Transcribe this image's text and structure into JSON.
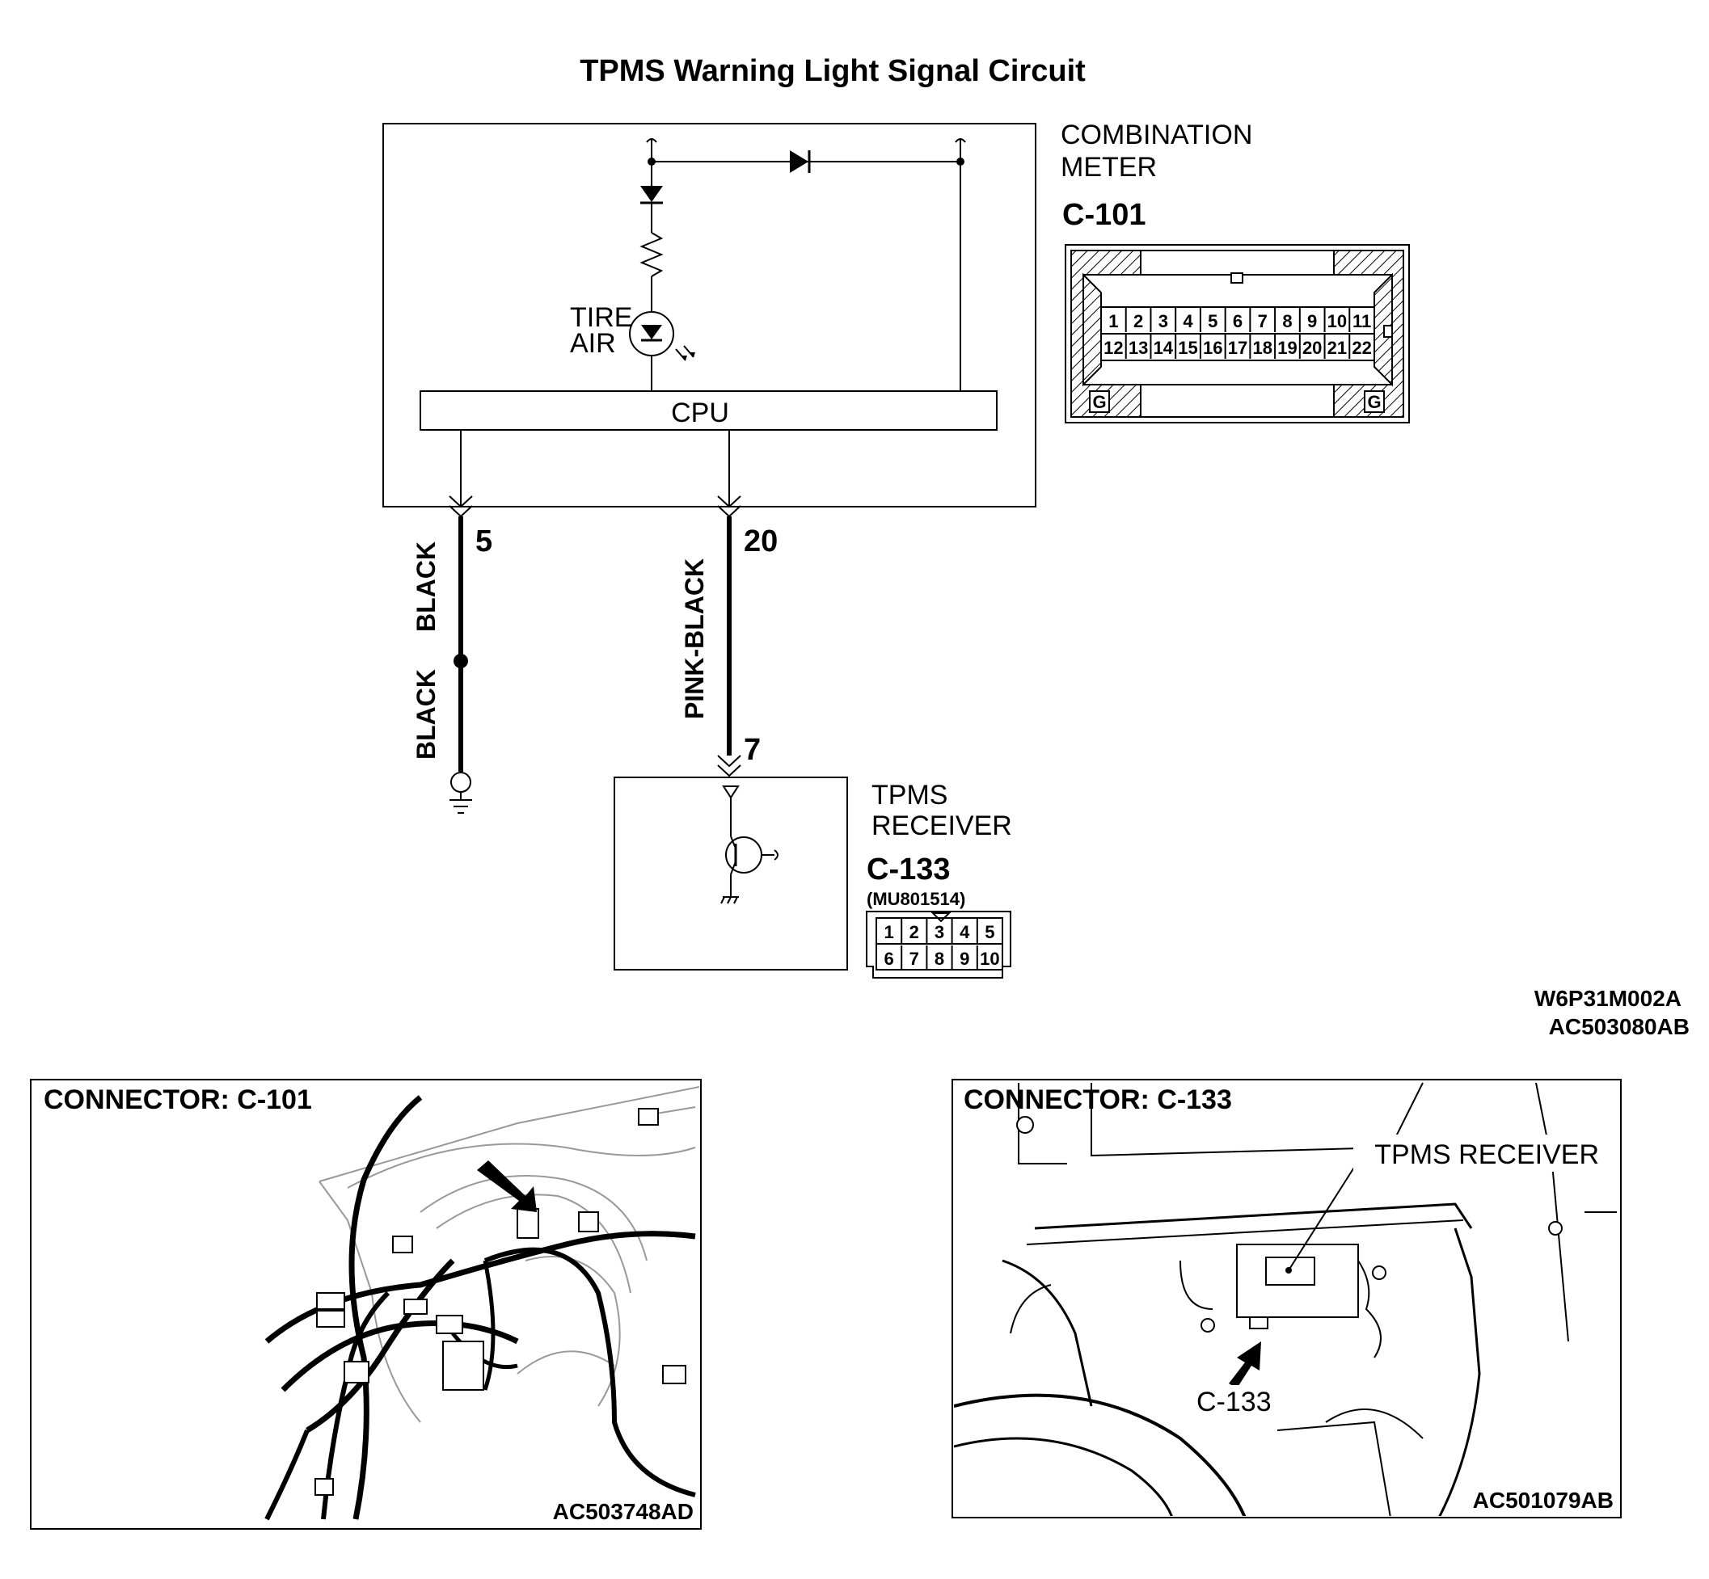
{
  "title": "TPMS Warning Light Signal Circuit",
  "combination_meter": {
    "name_line1": "COMBINATION",
    "name_line2": "METER",
    "connector_id": "C-101",
    "lamp_line1": "TIRE",
    "lamp_line2": "AIR",
    "cpu_label": "CPU",
    "pins_row1": [
      "1",
      "2",
      "3",
      "4",
      "5",
      "6",
      "7",
      "8",
      "9",
      "10",
      "11"
    ],
    "pins_row2": [
      "12",
      "13",
      "14",
      "15",
      "16",
      "17",
      "18",
      "19",
      "20",
      "21",
      "22"
    ],
    "ground_mark": "G"
  },
  "wires": {
    "left_pin": "5",
    "left_upper_color": "BLACK",
    "left_lower_color": "BLACK",
    "right_pin": "20",
    "right_color": "PINK-BLACK",
    "receiver_pin": "7"
  },
  "tpms_receiver": {
    "name_line1": "TPMS",
    "name_line2": "RECEIVER",
    "connector_id": "C-133",
    "part_number": "(MU801514)",
    "pins_row1": [
      "1",
      "2",
      "3",
      "4",
      "5"
    ],
    "pins_row2": [
      "6",
      "7",
      "8",
      "9",
      "10"
    ]
  },
  "diagram_codes": {
    "code1": "W6P31M002A",
    "code2": "AC503080AB"
  },
  "panel_left": {
    "title": "CONNECTOR: C-101",
    "code": "AC503748AD"
  },
  "panel_right": {
    "title": "CONNECTOR: C-133",
    "callout_receiver": "TPMS RECEIVER",
    "callout_connector": "C-133",
    "code": "AC501079AB"
  }
}
